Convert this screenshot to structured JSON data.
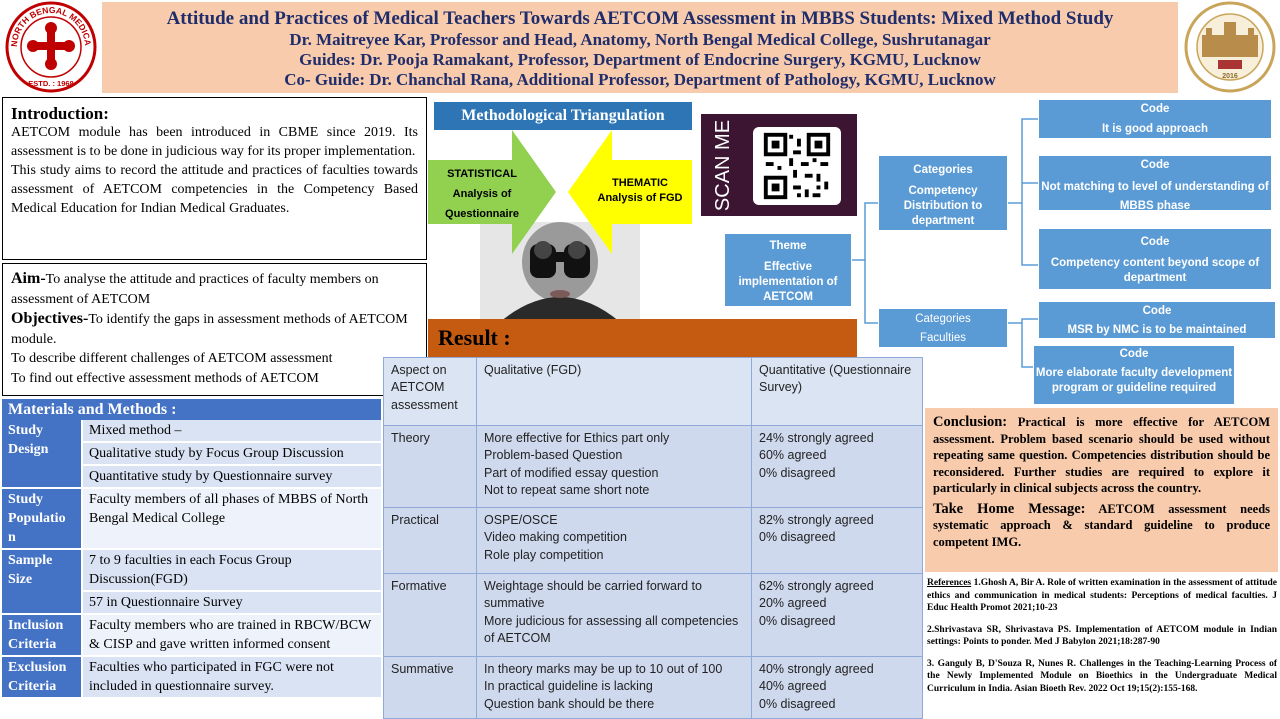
{
  "header": {
    "title": "Attitude and Practices of Medical Teachers Towards AETCOM Assessment in MBBS Students: Mixed Method Study",
    "author": "Dr. Maitreyee Kar, Professor and Head, Anatomy, North Bengal Medical College, Sushrutanagar",
    "guides": "Guides: Dr. Pooja Ramakant, Professor, Department of Endocrine Surgery, KGMU, Lucknow",
    "coguide": "Co- Guide: Dr. Chanchal Rana, Additional Professor, Department of Pathology, KGMU, Lucknow"
  },
  "logo_left": {
    "ring_text": "NORTH BENGAL MEDICAL COLLEGE",
    "estd": "ESTD. : 1968"
  },
  "logo_right": {
    "year": "2016"
  },
  "introduction": {
    "heading": "Introduction:",
    "p1": "AETCOM module has been introduced in CBME since 2019. Its assessment is to be done in judicious way for its proper implementation.",
    "p2": "This study aims to record the attitude and practices of faculties towards assessment of AETCOM competencies in the Competency Based Medical Education for Indian Medical Graduates."
  },
  "aim": {
    "aim_label": "Aim-",
    "aim_text": "To analyse the attitude and practices of faculty members on assessment of  AETCOM",
    "obj_label": "Objectives-",
    "obj_text": "To identify the gaps in assessment methods of AETCOM module.",
    "obj2": "To describe different challenges of  AETCOM assessment",
    "obj3": "To find out effective assessment methods of AETCOM"
  },
  "materials": {
    "title": "Materials and Methods :",
    "rows": [
      {
        "h": "Study Design",
        "v": [
          "Mixed method –",
          "Qualitative study by Focus Group Discussion",
          "Quantitative study by Questionnaire survey"
        ]
      },
      {
        "h": "Study Populatio n",
        "v": [
          "Faculty members of all phases of MBBS of North Bengal Medical College"
        ]
      },
      {
        "h": "Sample Size",
        "v": [
          "7 to 9 faculties in each Focus Group Discussion(FGD)",
          "57 in Questionnaire Survey"
        ]
      },
      {
        "h": "Inclusion Criteria",
        "v": [
          "Faculty members who are trained in RBCW/BCW & CISP and gave written informed consent"
        ]
      },
      {
        "h": "Exclusion Criteria",
        "v": [
          "Faculties who participated in FGC were not included in questionnaire survey."
        ]
      }
    ]
  },
  "triangulation": {
    "title": "Methodological Triangulation",
    "left_arrow": [
      "STATISTICAL",
      "Analysis of",
      "Questionnaire"
    ],
    "right_arrow": [
      "THEMATIC",
      "Analysis of FGD"
    ]
  },
  "qr": {
    "label": "SCAN ME"
  },
  "result": {
    "title": "Result :",
    "headers": [
      "Aspect on AETCOM assessment",
      "Qualitative (FGD)",
      "Quantitative (Questionnaire Survey)"
    ],
    "rows": [
      {
        "aspect": "Theory",
        "qual": [
          "More effective for Ethics part only",
          "Problem-based Question",
          "Part of modified essay question",
          "Not to repeat same short note"
        ],
        "quant": [
          "24% strongly agreed",
          "60% agreed",
          "0% disagreed"
        ]
      },
      {
        "aspect": "Practical",
        "qual": [
          "OSPE/OSCE",
          "Video making competition",
          "Role play competition"
        ],
        "quant": [
          "82% strongly agreed",
          "0% disagreed"
        ]
      },
      {
        "aspect": "Formative",
        "qual": [
          "Weightage should be carried forward to summative",
          "More judicious for assessing all competencies of AETCOM"
        ],
        "quant": [
          "62% strongly agreed",
          "20% agreed",
          "0% disagreed"
        ]
      },
      {
        "aspect": "Summative",
        "qual": [
          "In theory marks may be up to 10 out of 100",
          "In practical guideline is lacking",
          "Question bank should be there"
        ],
        "quant": [
          "40% strongly agreed",
          "40% agreed",
          "0% disagreed"
        ]
      }
    ]
  },
  "tree": {
    "theme": {
      "label": "Theme",
      "text": "Effective implementation of AETCOM"
    },
    "cat1": {
      "label": "Categories",
      "text": "Competency Distribution to department"
    },
    "cat2": {
      "label": "Categories",
      "text": "Faculties"
    },
    "codes": [
      {
        "label": "Code",
        "text": "It is good approach"
      },
      {
        "label": "Code",
        "text": "Not matching to level of understanding of MBBS phase"
      },
      {
        "label": "Code",
        "text": "Competency content beyond scope of department"
      },
      {
        "label": "Code",
        "text": "MSR by NMC is to be maintained"
      },
      {
        "label": "Code",
        "text": "More elaborate faculty development program or guideline required"
      }
    ]
  },
  "conclusion": {
    "label": "Conclusion:",
    "text": "Practical is more effective for AETCOM assessment. Problem based scenario should be used without repeating same question. Competencies distribution should be reconsidered. Further studies are required to explore it particularly in clinical subjects across the country.",
    "thm_label": "Take Home Message:",
    "thm_text": "AETCOM assessment needs systematic approach & standard guideline to produce competent IMG."
  },
  "references": {
    "label": "References",
    "r1": "1.Ghosh A, Bir A. Role of written examination in the assessment of attitude ethics and communication in medical students: Perceptions of medical faculties. J Educ Health Promot 2021;10-23",
    "r2": "2.Shrivastava SR, Shrivastava PS. Implementation of AETCOM module in Indian settings: Points to ponder. Med J Babylon 2021;18:287-90",
    "r3": "3. Ganguly B, D'Souza R, Nunes R. Challenges in the Teaching-Learning Process of the Newly Implemented Module on Bioethics in the Undergraduate Medical Curriculum in India. Asian Bioeth Rev. 2022 Oct 19;15(2):155-168."
  }
}
